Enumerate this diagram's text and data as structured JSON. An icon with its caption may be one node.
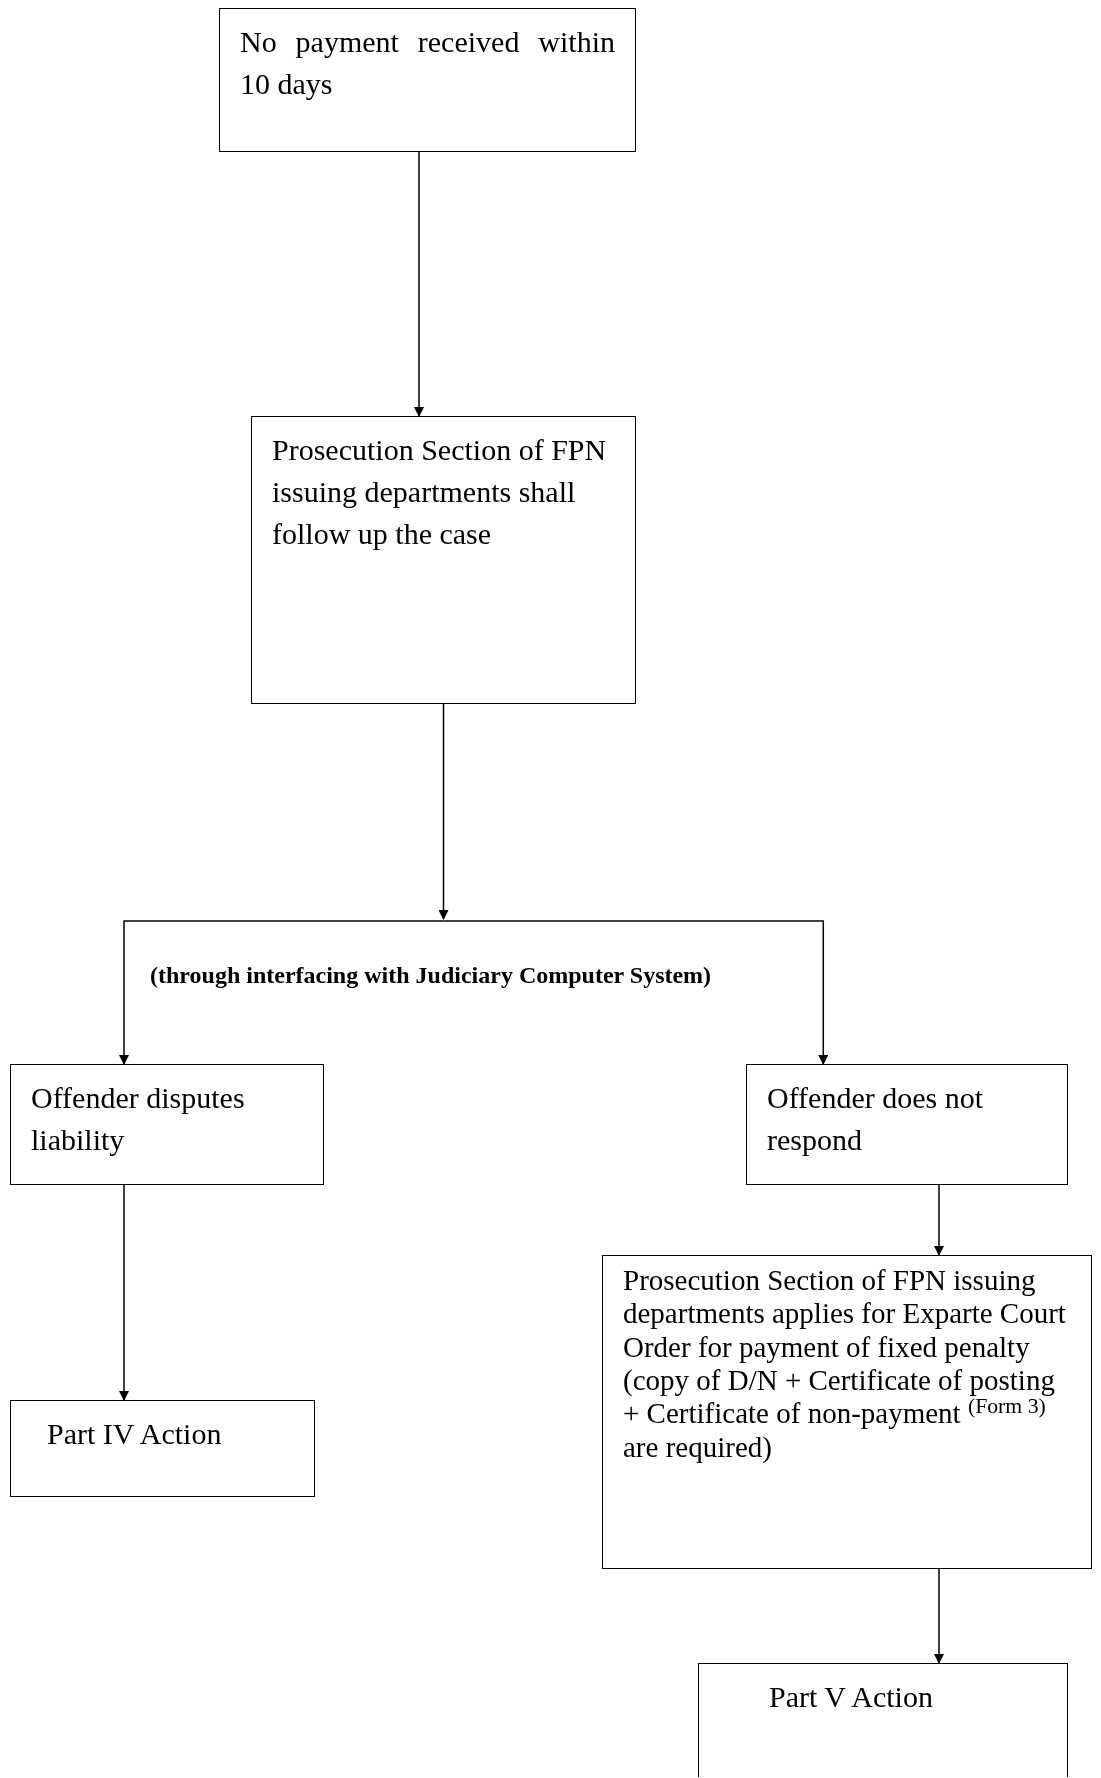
{
  "diagram": {
    "nodes": [
      {
        "text": [
          "No payment received within 10 days"
        ]
      },
      {
        "text": [
          "Prosecution Section of FPN issuing departments shall follow up the case"
        ]
      },
      {
        "text": [
          "Offender disputes liability"
        ]
      },
      {
        "text": [
          "Offender does not respond"
        ]
      },
      {
        "text": [
          "Part IV Action"
        ]
      },
      {
        "text": [
          "Prosecution Section of FPN issuing departments applies for Exparte Court Order for payment of fixed penalty (copy of D/N + Certificate of posting + Certificate of non-payment $^{(Form 3)}$ are required)"
        ]
      },
      {
        "text": [
          "Part V Action"
        ]
      }
    ],
    "edges": [
      {
        "from": 0,
        "to": 1,
        "arrow": "to"
      },
      {
        "from": 1,
        "to": 2,
        "arrow": "to"
      },
      {
        "from": 1,
        "to": 3,
        "arrow": "to"
      },
      {
        "from": 2,
        "to": 4,
        "arrow": "to"
      },
      {
        "from": 3,
        "to": 5,
        "arrow": "to"
      },
      {
        "from": 5,
        "to": 6,
        "arrow": "to"
      }
    ],
    "labels": [
      "(through interfacing with Judiciary Computer System)"
    ]
  }
}
